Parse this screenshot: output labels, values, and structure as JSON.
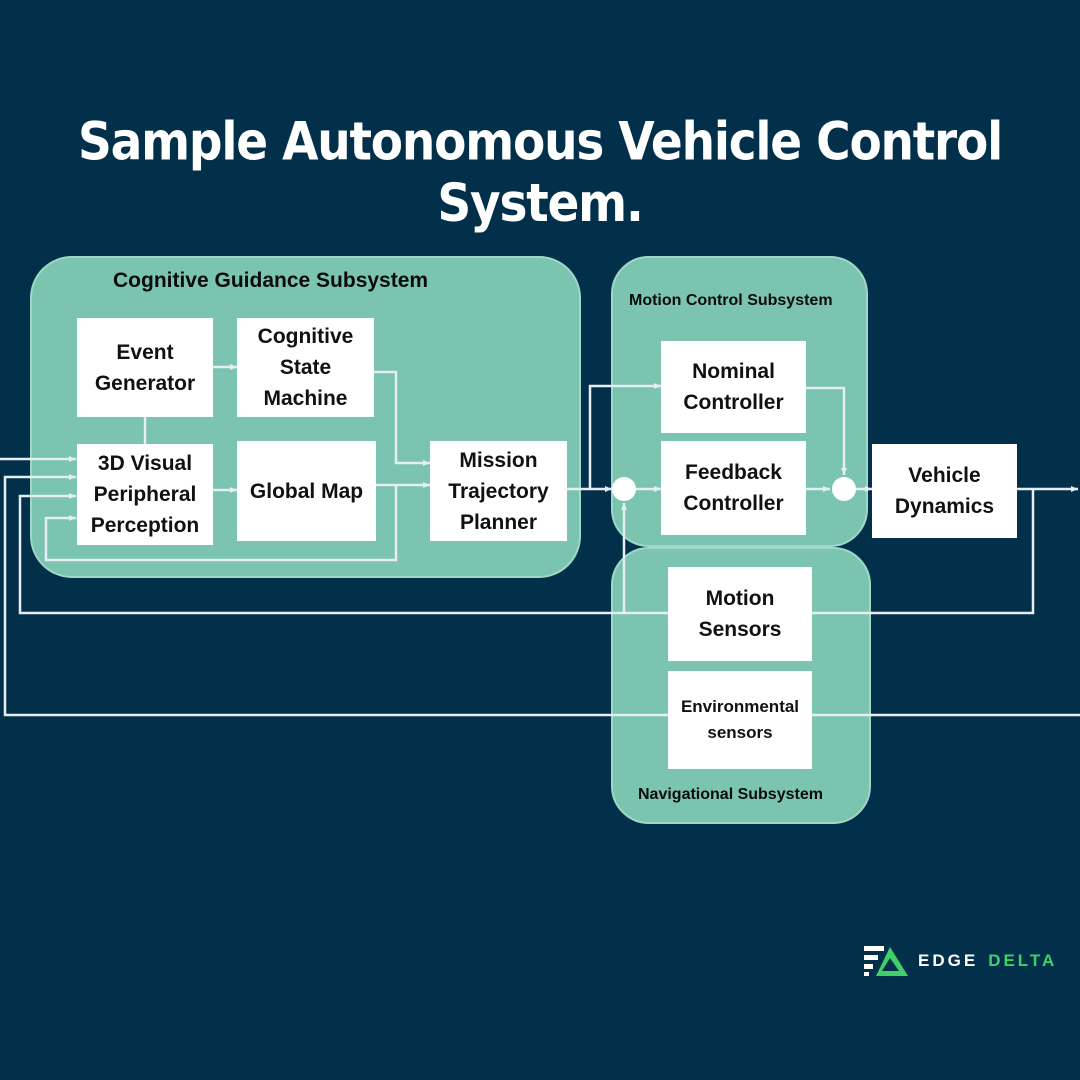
{
  "title": "Sample Autonomous Vehicle Control System.",
  "colors": {
    "background": "#02304a",
    "panel": "#7ac4b0",
    "box": "#ffffff",
    "wire": "#e6eef2",
    "logo_accent": "#3fd06a"
  },
  "subsystems": {
    "cognitive": "Cognitive Guidance Subsystem",
    "motion_control": "Motion Control Subsystem",
    "navigational": "Navigational  Subsystem"
  },
  "blocks": {
    "event_generator": "Event\nGenerator",
    "cognitive_state_machine": "Cognitive\nState\nMachine",
    "visual_perception": "3D Visual\nPeripheral\nPerception",
    "global_map": "Global Map",
    "mission_planner": "Mission\nTrajectory\nPlanner",
    "nominal_controller": "Nominal\nController",
    "feedback_controller": "Feedback\nController",
    "vehicle_dynamics": "Vehicle\nDynamics",
    "motion_sensors": "Motion\nSensors",
    "environmental_sensors": "Environmental\nsensors"
  },
  "logo": {
    "icon": "edge-delta-logo-icon",
    "word_1": "EDGE",
    "word_2": "DELTA"
  }
}
